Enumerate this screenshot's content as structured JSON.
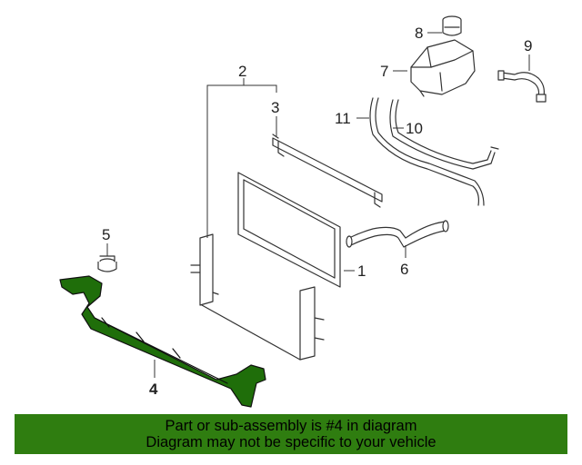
{
  "callouts": [
    {
      "id": "1",
      "label": "1"
    },
    {
      "id": "2",
      "label": "2"
    },
    {
      "id": "3",
      "label": "3"
    },
    {
      "id": "4",
      "label": "4"
    },
    {
      "id": "5",
      "label": "5"
    },
    {
      "id": "6",
      "label": "6"
    },
    {
      "id": "7",
      "label": "7"
    },
    {
      "id": "8",
      "label": "8"
    },
    {
      "id": "9",
      "label": "9"
    },
    {
      "id": "10",
      "label": "10"
    },
    {
      "id": "11",
      "label": "11"
    }
  ],
  "highlighted_part": "4",
  "colors": {
    "highlight": "#1f6e0a",
    "banner": "#2f7d10",
    "outline": "#333333"
  },
  "banner": {
    "line1": "Part or sub-assembly is #4 in diagram",
    "line2": "Diagram may not be specific to your vehicle"
  }
}
